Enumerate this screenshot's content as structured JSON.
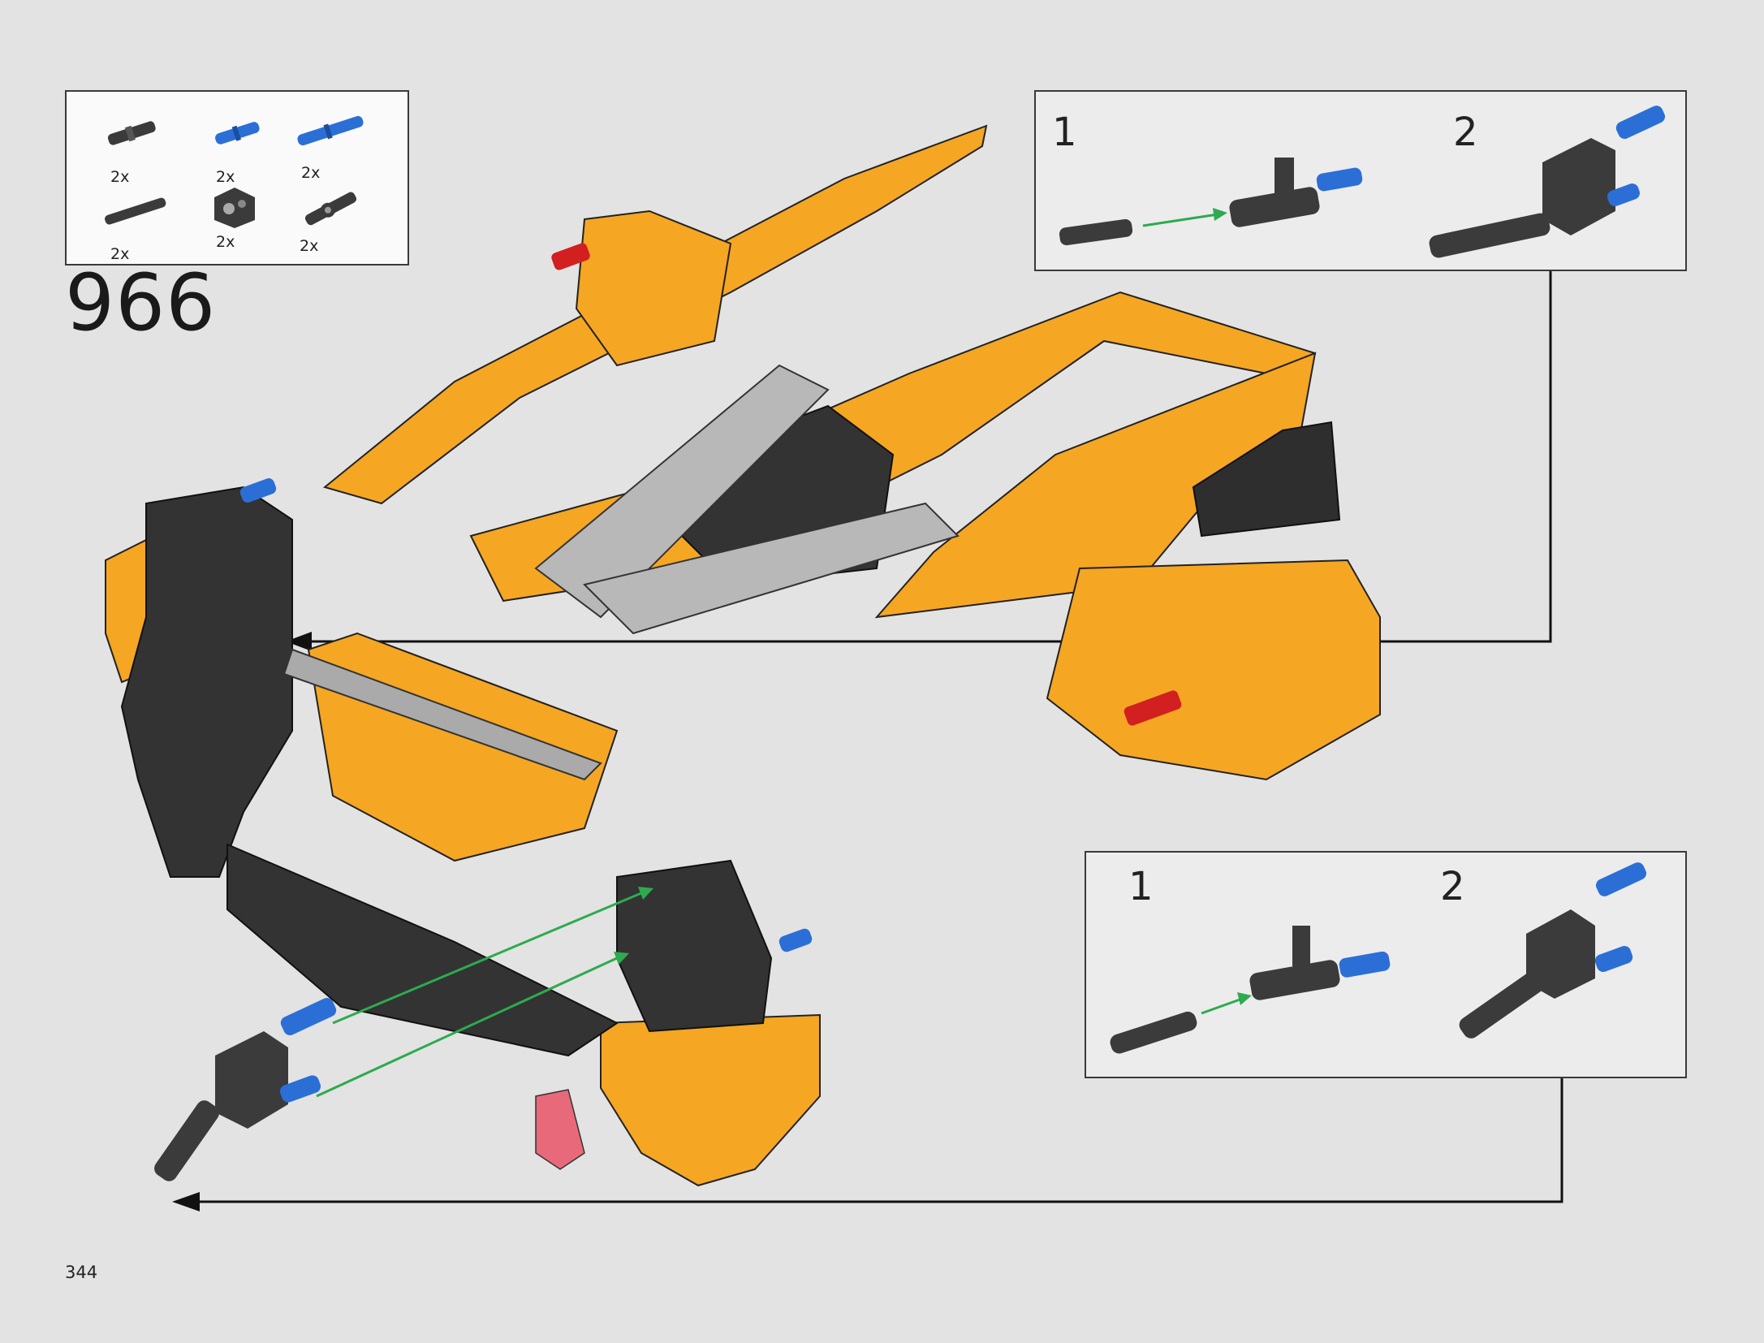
{
  "page": {
    "step_number": "966",
    "page_number": "344"
  },
  "parts_list": [
    {
      "icon": "short-dark-axle-pin-icon",
      "qty": "2x"
    },
    {
      "icon": "short-blue-pin-icon",
      "qty": "2x"
    },
    {
      "icon": "long-blue-pin-icon",
      "qty": "2x"
    },
    {
      "icon": "long-dark-axle-icon",
      "qty": "2x"
    },
    {
      "icon": "black-connector-block-icon",
      "qty": "2x"
    },
    {
      "icon": "black-angled-connector-icon",
      "qty": "2x"
    }
  ],
  "sub_assembly_top": {
    "steps": [
      {
        "label": "1"
      },
      {
        "label": "2"
      }
    ]
  },
  "sub_assembly_bottom": {
    "steps": [
      {
        "label": "1"
      },
      {
        "label": "2"
      }
    ]
  },
  "colors": {
    "background": "#e3e3e3",
    "yellow": "#f5a623",
    "dark": "#3b3b3b",
    "grey": "#b8b8b8",
    "blue": "#2b6fd6",
    "red": "#d21f1f",
    "green-arrow": "#2eaa4f"
  }
}
